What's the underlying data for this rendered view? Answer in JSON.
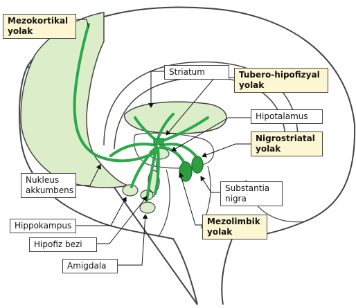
{
  "colors": {
    "outline": "#444444",
    "pathway_fill": "#dbeec9",
    "pathway_stroke": "#2aa84a",
    "nucleus_fill": "#2f9e3f",
    "pathway_label_bg": "#fdf6d2",
    "structure_label_bg": "#ffffff"
  },
  "labels": {
    "mezokortikal": {
      "line1": "Mezokortikal",
      "line2": "yolak"
    },
    "striatum": {
      "line1": "Striatum"
    },
    "tubero": {
      "line1": "Tubero-hipofizyal",
      "line2": "yolak"
    },
    "hipotalamus": {
      "line1": "Hipotalamus"
    },
    "nigrostriatal": {
      "line1": "Nigrostriatal",
      "line2": "yolak"
    },
    "nukleus": {
      "line1": "Nukleus",
      "line2": "akkumbens"
    },
    "substantia": {
      "line1": "Substantia",
      "line2": "nigra"
    },
    "hippokampus": {
      "line1": "Hippokampus"
    },
    "mezolimbik": {
      "line1": "Mezolimbik",
      "line2": "yolak"
    },
    "hipofiz": {
      "line1": "Hipofiz bezi"
    },
    "amigdala": {
      "line1": "Amigdala"
    }
  }
}
